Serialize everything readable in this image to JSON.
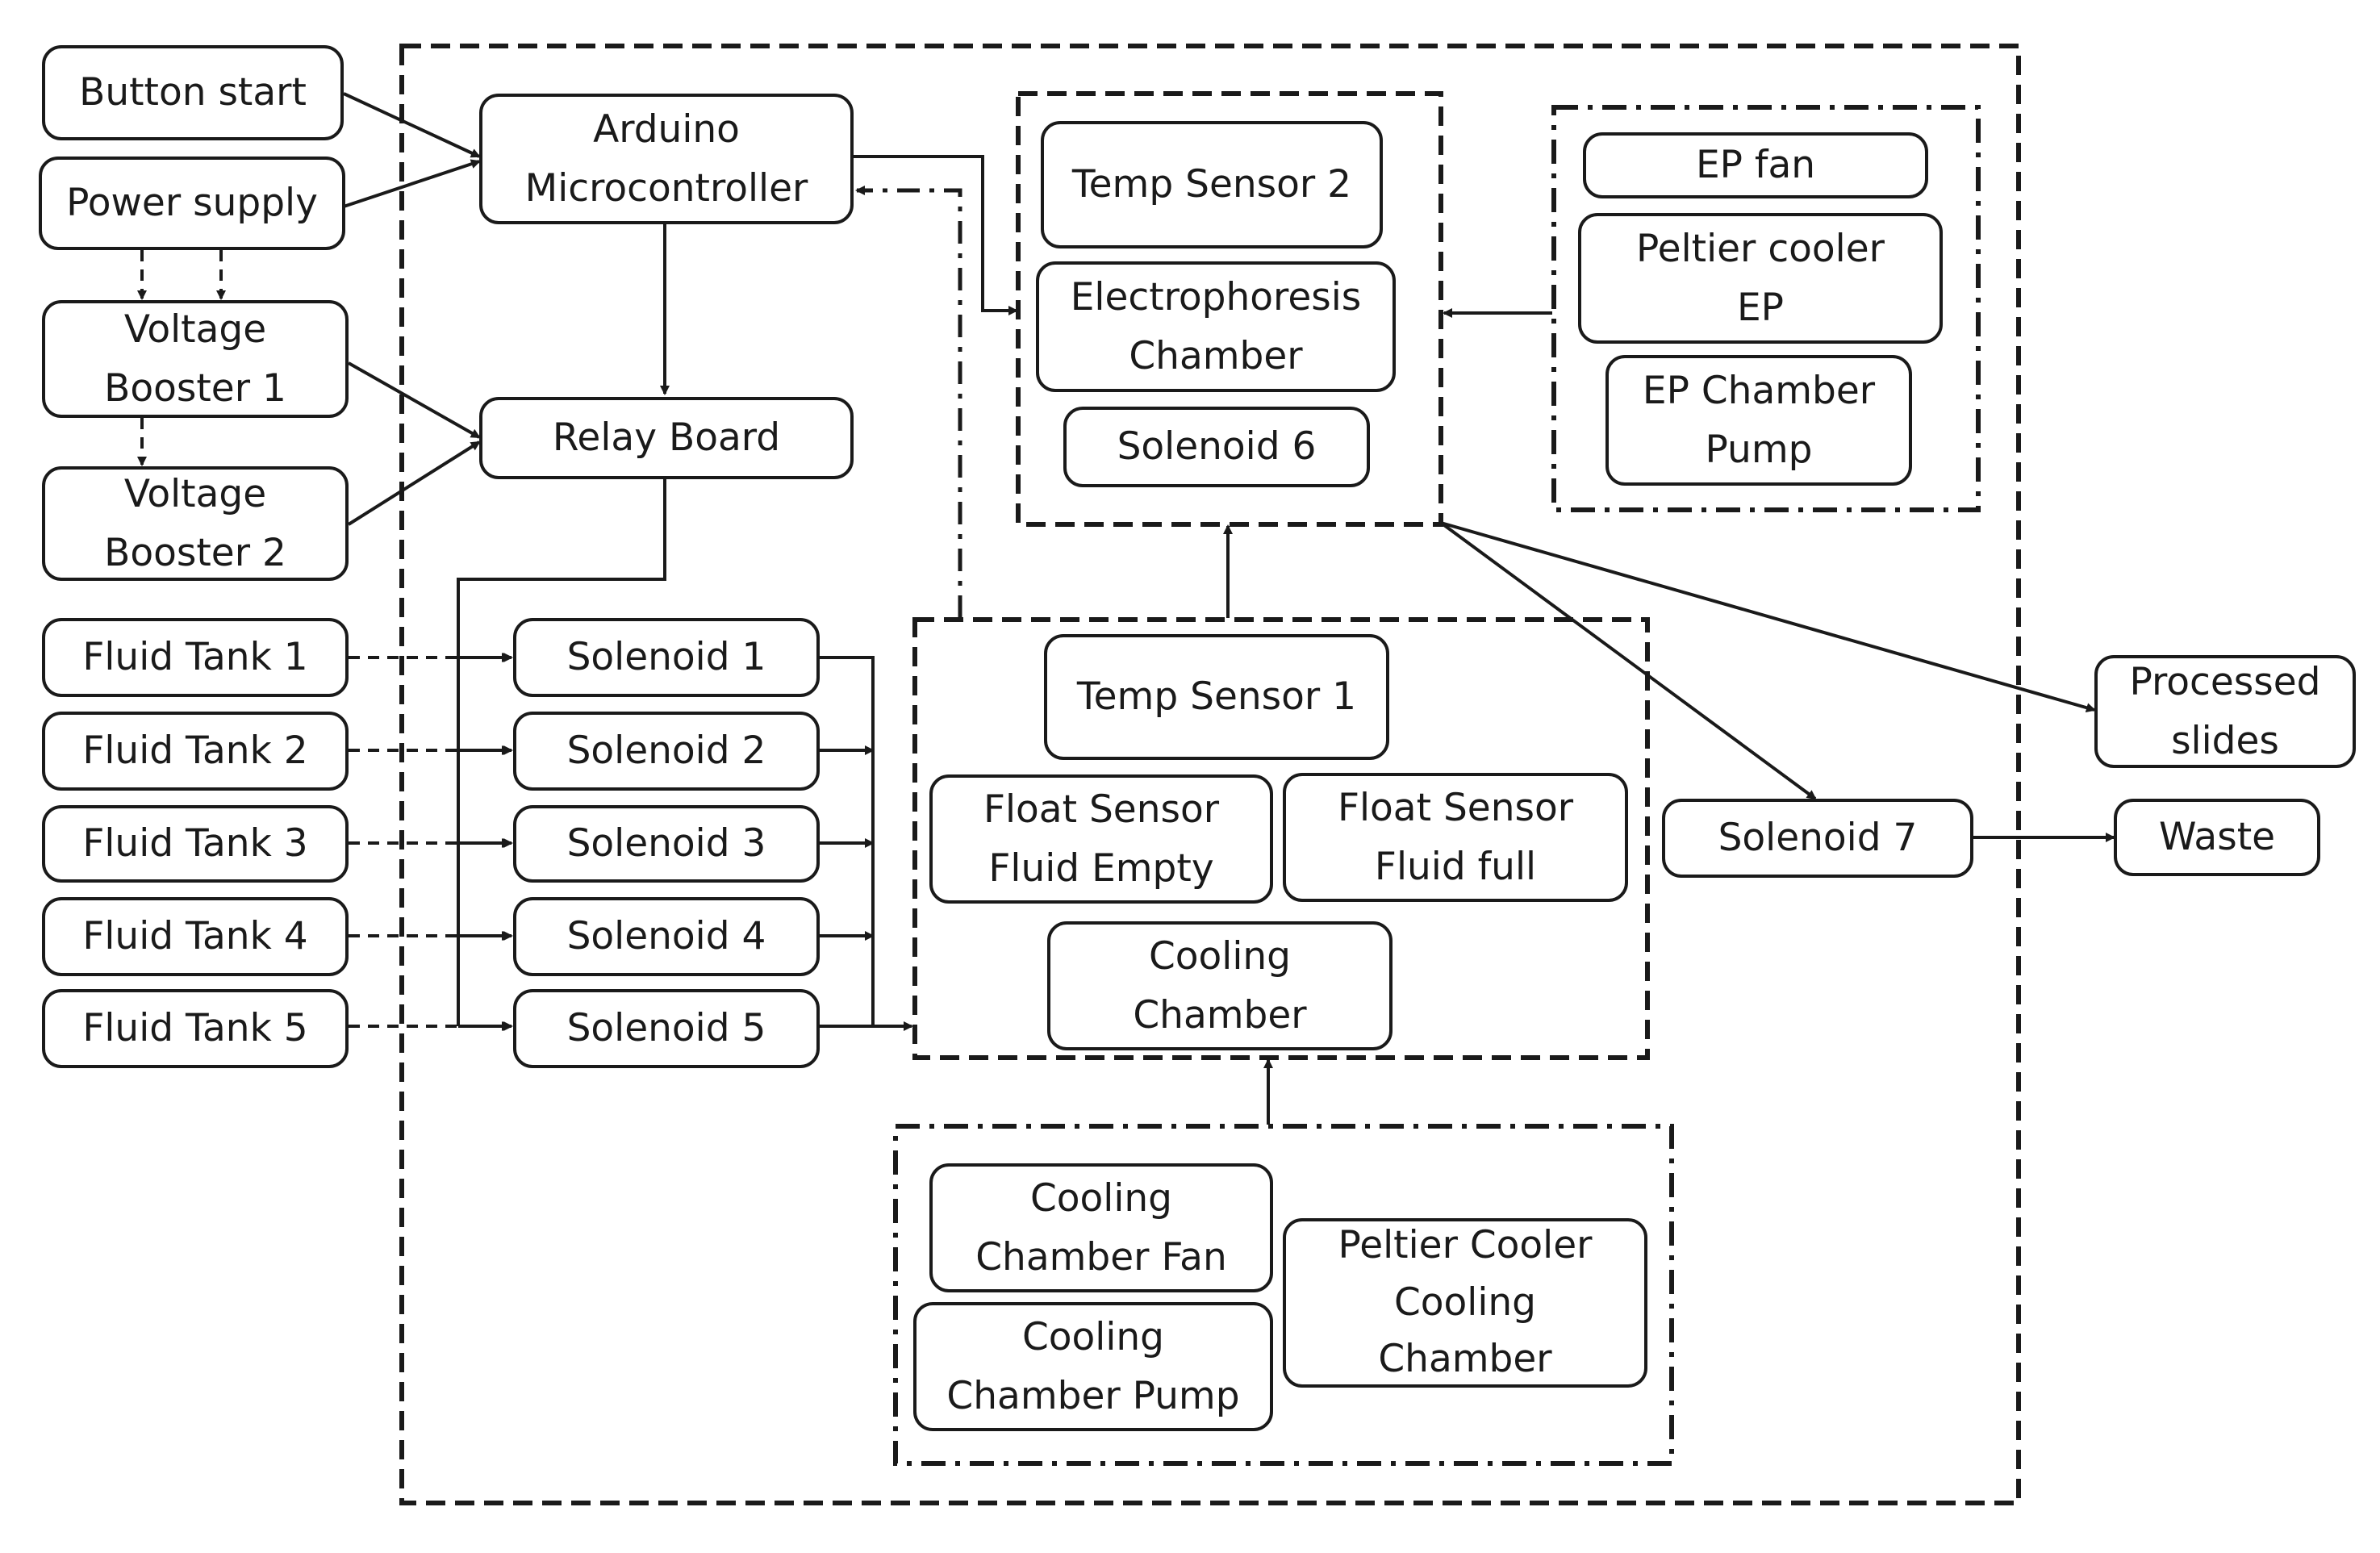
{
  "nodes": {
    "button_start": "Button start",
    "power_supply": "Power supply",
    "voltage_booster_1": "Voltage\nBooster 1",
    "voltage_booster_2": "Voltage\nBooster 2",
    "fluid_tank_1": "Fluid Tank 1",
    "fluid_tank_2": "Fluid Tank 2",
    "fluid_tank_3": "Fluid Tank 3",
    "fluid_tank_4": "Fluid Tank 4",
    "fluid_tank_5": "Fluid Tank 5",
    "arduino": "Arduino\nMicrocontroller",
    "relay_board": "Relay Board",
    "solenoid_1": "Solenoid 1",
    "solenoid_2": "Solenoid 2",
    "solenoid_3": "Solenoid 3",
    "solenoid_4": "Solenoid 4",
    "solenoid_5": "Solenoid 5",
    "temp_sensor_2": "Temp Sensor 2",
    "electrophoresis_chamber": "Electrophoresis\nChamber",
    "solenoid_6": "Solenoid 6",
    "ep_fan": "EP fan",
    "peltier_cooler_ep": "Peltier cooler\nEP",
    "ep_chamber_pump": "EP Chamber\nPump",
    "temp_sensor_1": "Temp Sensor 1",
    "float_sensor_empty": "Float Sensor\nFluid Empty",
    "float_sensor_full": "Float Sensor\nFluid full",
    "cooling_chamber": "Cooling\nChamber",
    "cooling_chamber_fan": "Cooling\nChamber Fan",
    "cooling_chamber_pump": "Cooling\nChamber Pump",
    "peltier_cooler_cooling_chamber": "Peltier Cooler\nCooling\nChamber",
    "solenoid_7": "Solenoid 7",
    "processed_slides": "Processed\nslides",
    "waste": "Waste"
  },
  "colors": {
    "line": "#1a1a1a",
    "background": "#ffffff"
  }
}
